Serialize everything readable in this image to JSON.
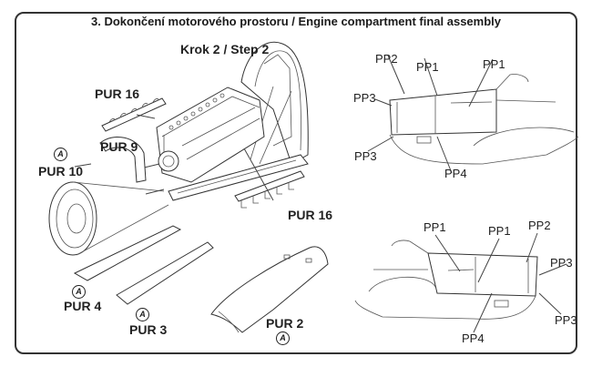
{
  "title": "3. Dokončení motorového prostoru / Engine compartment final assembly",
  "step": "Krok 2 / Step 2",
  "parts": {
    "pur16_top": "PUR 16",
    "pur16_bottom": "PUR 16",
    "pur9": "PUR 9",
    "pur10": "PUR 10",
    "pur4": "PUR 4",
    "pur3": "PUR 3",
    "pur2": "PUR 2"
  },
  "marker": "A",
  "view_top": {
    "labels": [
      "PP2",
      "PP1",
      "PP1",
      "PP3",
      "PP3",
      "PP4"
    ]
  },
  "view_bottom": {
    "labels": [
      "PP1",
      "PP1",
      "PP2",
      "PP3",
      "PP3",
      "PP4"
    ]
  }
}
